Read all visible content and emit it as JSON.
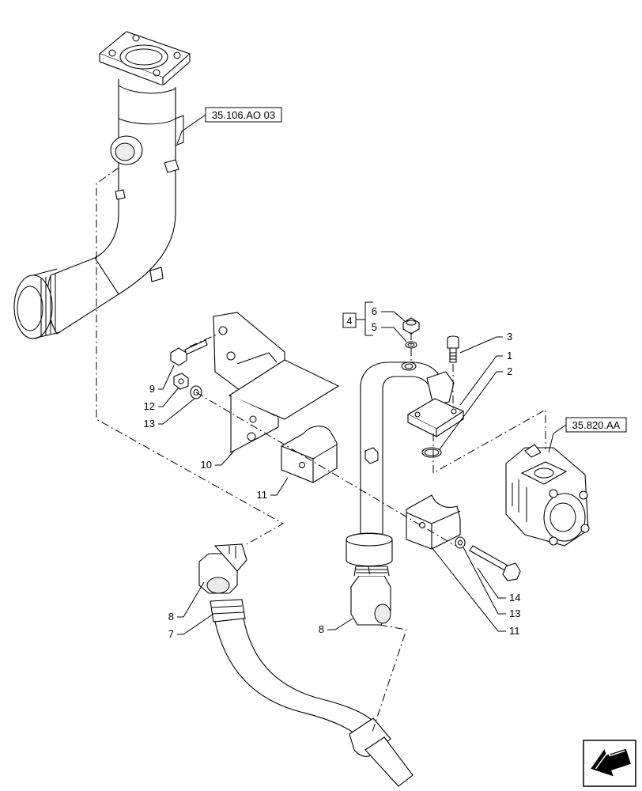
{
  "references": {
    "ref_top": "35.106.AO 03",
    "ref_right": "35.820.AA"
  },
  "kit_label": "4",
  "callouts": {
    "c1": "1",
    "c2": "2",
    "c3": "3",
    "c5": "5",
    "c6": "6",
    "c7": "7",
    "c8a": "8",
    "c8b": "8",
    "c9": "9",
    "c10": "10",
    "c11a": "11",
    "c11b": "11",
    "c12": "12",
    "c13a": "13",
    "c13b": "13",
    "c14": "14"
  },
  "nav_icon": "next-page-arrow-icon"
}
